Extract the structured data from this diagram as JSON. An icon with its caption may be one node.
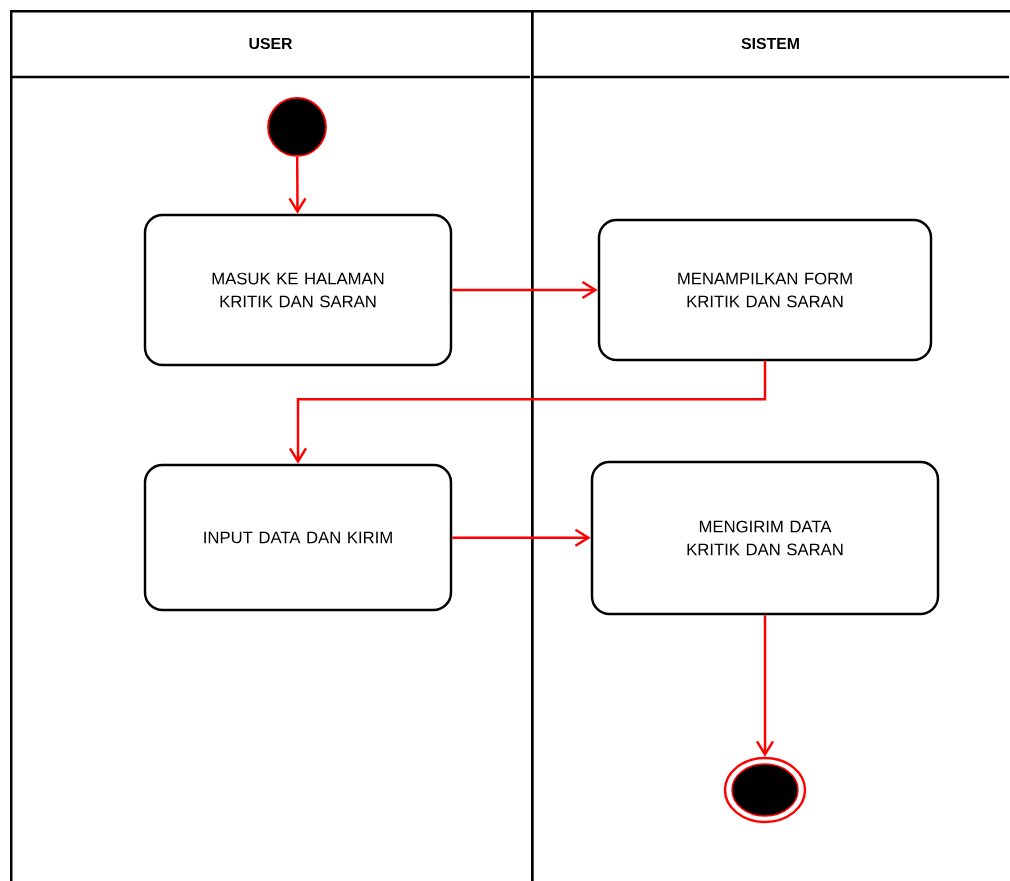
{
  "diagram": {
    "nodes": [
      {
        "text": [
          "USER"
        ]
      },
      {
        "text": [
          "SISTEM"
        ]
      },
      {
        "text": [],
        "shape": "circle",
        "in": 0
      },
      {
        "text": [
          "MASUK KE HALAMAN KRITIK DAN SARAN"
        ],
        "in": 0
      },
      {
        "text": [
          "MENAMPILKAN FORM KRITIK DAN SARAN"
        ],
        "in": 1
      },
      {
        "text": [
          "INPUT DATA DAN KIRIM"
        ],
        "in": 0
      },
      {
        "text": [
          "MENGIRIM DATA KRITIK DAN SARAN"
        ],
        "in": 1
      },
      {
        "text": [],
        "shape": "circle",
        "in": 1
      }
    ],
    "edges": [
      {
        "from": 2,
        "to": 3,
        "arrow": "to"
      },
      {
        "from": 3,
        "to": 4,
        "arrow": "to"
      },
      {
        "from": 4,
        "to": 5,
        "arrow": "to"
      },
      {
        "from": 5,
        "to": 6,
        "arrow": "to"
      },
      {
        "from": 6,
        "to": 7,
        "arrow": "to"
      }
    ]
  }
}
